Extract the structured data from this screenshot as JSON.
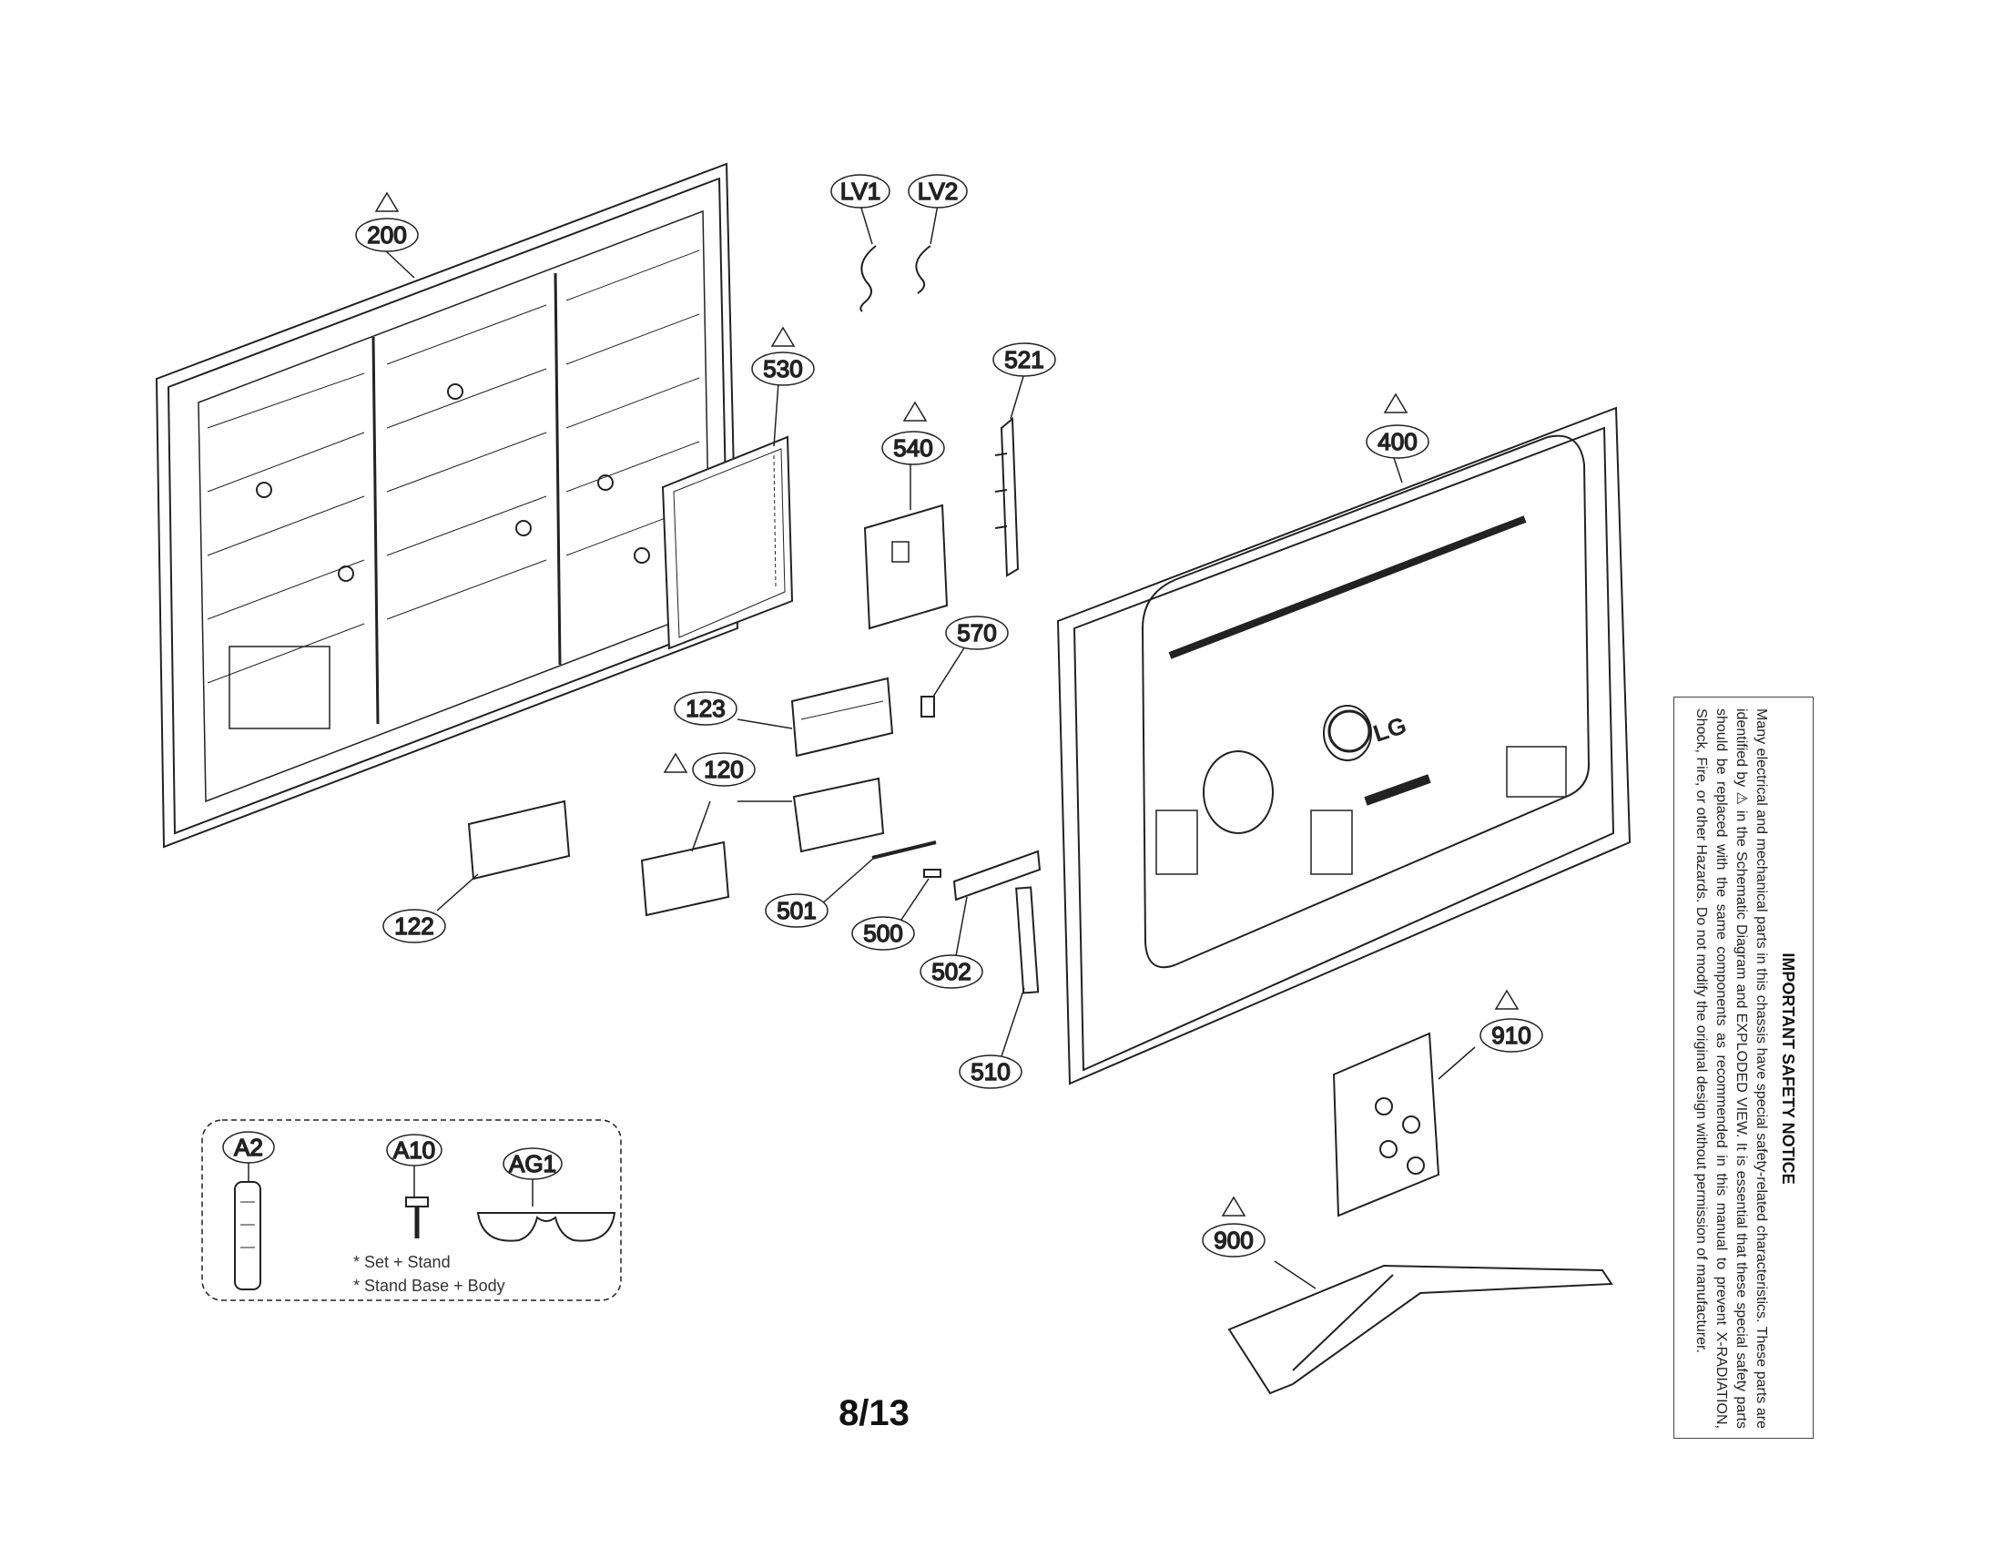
{
  "callouts": {
    "c200": "200",
    "c530": "530",
    "c540": "540",
    "c521": "521",
    "c400": "400",
    "c570": "570",
    "c123": "123",
    "c120": "120",
    "c122": "122",
    "c501": "501",
    "c500": "500",
    "c502": "502",
    "c510": "510",
    "c910": "910",
    "c900": "900",
    "lv1": "LV1",
    "lv2": "LV2",
    "a2": "A2",
    "a10": "A10",
    "ag1": "AG1"
  },
  "accessory_notes": {
    "line1": "* Set + Stand",
    "line2": "* Stand Base + Body"
  },
  "page_number": "8/13",
  "safety_notice": {
    "title": "IMPORTANT SAFETY NOTICE",
    "body": "Many electrical and mechanical parts in this chassis have special safety-related characteristics. These parts are identified by ⚠ in the Schematic Diagram and EXPLODED VIEW. It is essential that these special safety parts should be replaced with the same components as recommended in this manual to prevent X-RADIATION, Shock, Fire, or other Hazards. Do not modify the original design without permission of manufacturer."
  },
  "logo_text": "LG",
  "colors": {
    "line": "#222222",
    "fill": "#ffffff"
  }
}
